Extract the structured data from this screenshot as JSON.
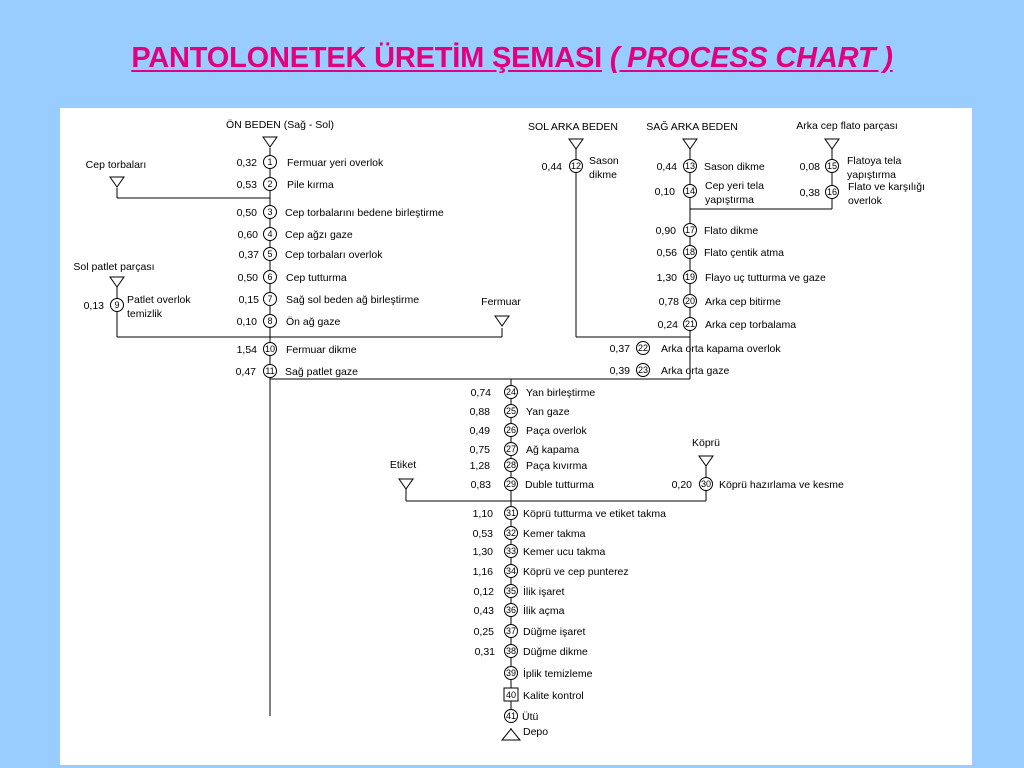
{
  "title": {
    "main": "PANTOLONETEK ÜRETİM ŞEMASI",
    "sub": "( PROCESS CHART )"
  },
  "inputs": {
    "on_beden": "ÖN BEDEN (Sağ - Sol)",
    "cep_torbalari": "Cep torbaları",
    "sol_patlet": "Sol patlet parçası",
    "fermuar": "Fermuar",
    "sol_arka": "SOL ARKA BEDEN",
    "sag_arka": "SAĞ ARKA BEDEN",
    "arka_cep_flato": "Arka cep flato parçası",
    "kopru": "Köprü",
    "etiket": "Etiket"
  },
  "operations": [
    {
      "n": "1",
      "time": "0,32",
      "label": [
        "Fermuar yeri overlok"
      ]
    },
    {
      "n": "2",
      "time": "0,53",
      "label": [
        "Pile kırma"
      ]
    },
    {
      "n": "3",
      "time": "0,50",
      "label": [
        "Cep torbalarını bedene birleştirme"
      ]
    },
    {
      "n": "4",
      "time": "0,60",
      "label": [
        "Cep ağzı gaze"
      ]
    },
    {
      "n": "5",
      "time": "0,37",
      "label": [
        "Cep torbaları overlok"
      ]
    },
    {
      "n": "6",
      "time": "0,50",
      "label": [
        "Cep tutturma"
      ]
    },
    {
      "n": "7",
      "time": "0,15",
      "label": [
        "Sağ sol beden ağ birleştirme"
      ]
    },
    {
      "n": "8",
      "time": "0,10",
      "label": [
        "Ön ağ gaze"
      ]
    },
    {
      "n": "9",
      "time": "0,13",
      "label": [
        "Patlet overlok",
        "temizlik"
      ]
    },
    {
      "n": "10",
      "time": "1,54",
      "label": [
        "Fermuar dikme"
      ]
    },
    {
      "n": "11",
      "time": "0,47",
      "label": [
        "Sağ patlet gaze"
      ]
    },
    {
      "n": "12",
      "time": "0,44",
      "label": [
        "Sason",
        "dikme"
      ]
    },
    {
      "n": "13",
      "time": "0,44",
      "label": [
        "Sason dikme"
      ]
    },
    {
      "n": "14",
      "time": "0,10",
      "label": [
        "Cep yeri tela",
        "yapıştırma"
      ]
    },
    {
      "n": "15",
      "time": "0,08",
      "label": [
        "Flatoya tela",
        "yapıştırma"
      ]
    },
    {
      "n": "16",
      "time": "0,38",
      "label": [
        "Flato ve karşılığı",
        "overlok"
      ]
    },
    {
      "n": "17",
      "time": "0,90",
      "label": [
        "Flato dikme"
      ]
    },
    {
      "n": "18",
      "time": "0,56",
      "label": [
        "Flato çentik atma"
      ]
    },
    {
      "n": "19",
      "time": "1,30",
      "label": [
        "Flayo uç tutturma ve gaze"
      ]
    },
    {
      "n": "20",
      "time": "0,78",
      "label": [
        "Arka cep bitirme"
      ]
    },
    {
      "n": "21",
      "time": "0,24",
      "label": [
        "Arka cep torbalama"
      ]
    },
    {
      "n": "22",
      "time": "0,37",
      "label": [
        "Arka orta kapama overlok"
      ]
    },
    {
      "n": "23",
      "time": "0,39",
      "label": [
        "Arka orta gaze"
      ]
    },
    {
      "n": "24",
      "time": "0,74",
      "label": [
        "Yan birleştirme"
      ]
    },
    {
      "n": "25",
      "time": "0,88",
      "label": [
        "Yan gaze"
      ]
    },
    {
      "n": "26",
      "time": "0,49",
      "label": [
        "Paça overlok"
      ]
    },
    {
      "n": "27",
      "time": "0,75",
      "label": [
        "Ağ kapama"
      ]
    },
    {
      "n": "28",
      "time": "1,28",
      "label": [
        "Paça kıvırma"
      ]
    },
    {
      "n": "29",
      "time": "0,83",
      "label": [
        "Duble tutturma"
      ]
    },
    {
      "n": "30",
      "time": "0,20",
      "label": [
        "Köprü hazırlama ve kesme"
      ]
    },
    {
      "n": "31",
      "time": "1,10",
      "label": [
        "Köprü tutturma ve etiket takma"
      ]
    },
    {
      "n": "32",
      "time": "0,53",
      "label": [
        "Kemer takma"
      ]
    },
    {
      "n": "33",
      "time": "1,30",
      "label": [
        "Kemer ucu takma"
      ]
    },
    {
      "n": "34",
      "time": "1,16",
      "label": [
        "Köprü ve cep punterez"
      ]
    },
    {
      "n": "35",
      "time": "0,12",
      "label": [
        "İlik işaret"
      ]
    },
    {
      "n": "36",
      "time": "0,43",
      "label": [
        "İlik açma"
      ]
    },
    {
      "n": "37",
      "time": "0,25",
      "label": [
        "Düğme işaret"
      ]
    },
    {
      "n": "38",
      "time": "0,31",
      "label": [
        "Düğme dikme"
      ]
    },
    {
      "n": "39",
      "time": "",
      "label": [
        "İplik temizleme"
      ]
    }
  ],
  "inspection": {
    "n": "40",
    "label": "Kalite kontrol"
  },
  "final_operation": {
    "n": "41",
    "label": "Ütü"
  },
  "storage": {
    "label": "Depo"
  }
}
